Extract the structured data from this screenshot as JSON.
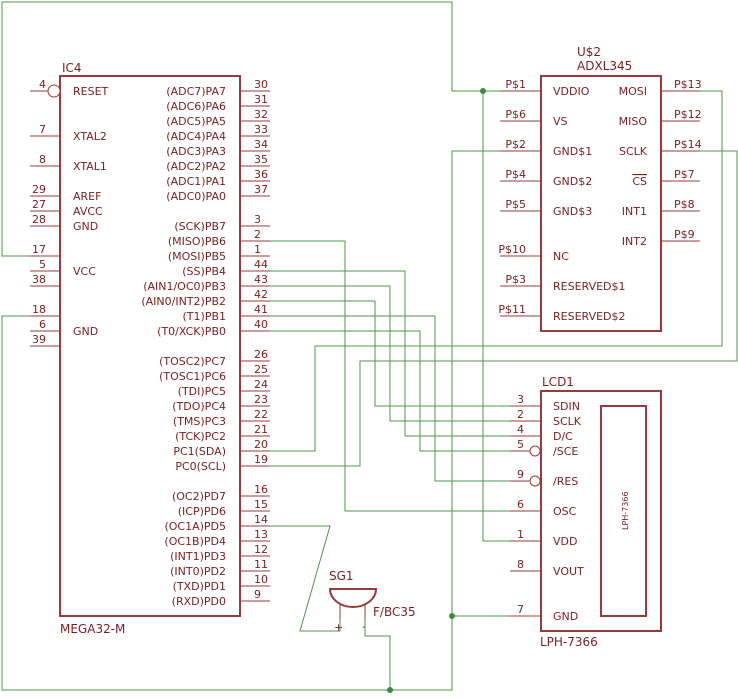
{
  "ic4": {
    "ref": "IC4",
    "value": "MEGA32-M",
    "left_pins": [
      {
        "num": "4",
        "label": "RESET"
      },
      {
        "num": "7",
        "label": "XTAL2"
      },
      {
        "num": "8",
        "label": "XTAL1"
      },
      {
        "num": "29",
        "label": "AREF"
      },
      {
        "num": "27",
        "label": "AVCC"
      },
      {
        "num": "28",
        "label": "GND"
      },
      {
        "num": "17",
        "label": ""
      },
      {
        "num": "5",
        "label": "VCC"
      },
      {
        "num": "38",
        "label": ""
      },
      {
        "num": "18",
        "label": ""
      },
      {
        "num": "6",
        "label": "GND"
      },
      {
        "num": "39",
        "label": ""
      }
    ],
    "right_pins": [
      {
        "num": "30",
        "label": "(ADC7)PA7"
      },
      {
        "num": "31",
        "label": "(ADC6)PA6"
      },
      {
        "num": "32",
        "label": "(ADC5)PA5"
      },
      {
        "num": "33",
        "label": "(ADC4)PA4"
      },
      {
        "num": "34",
        "label": "(ADC3)PA3"
      },
      {
        "num": "35",
        "label": "(ADC2)PA2"
      },
      {
        "num": "36",
        "label": "(ADC1)PA1"
      },
      {
        "num": "37",
        "label": "(ADC0)PA0"
      },
      {
        "num": "3",
        "label": "(SCK)PB7"
      },
      {
        "num": "2",
        "label": "(MISO)PB6"
      },
      {
        "num": "1",
        "label": "(MOSI)PB5"
      },
      {
        "num": "44",
        "label": "(SS)PB4"
      },
      {
        "num": "43",
        "label": "(AIN1/OC0)PB3"
      },
      {
        "num": "42",
        "label": "(AIN0/INT2)PB2"
      },
      {
        "num": "41",
        "label": "(T1)PB1"
      },
      {
        "num": "40",
        "label": "(T0/XCK)PB0"
      },
      {
        "num": "26",
        "label": "(TOSC2)PC7"
      },
      {
        "num": "25",
        "label": "(TOSC1)PC6"
      },
      {
        "num": "24",
        "label": "(TDI)PC5"
      },
      {
        "num": "23",
        "label": "(TDO)PC4"
      },
      {
        "num": "22",
        "label": "(TMS)PC3"
      },
      {
        "num": "21",
        "label": "(TCK)PC2"
      },
      {
        "num": "20",
        "label": "PC1(SDA)"
      },
      {
        "num": "19",
        "label": "PC0(SCL)"
      },
      {
        "num": "16",
        "label": "(OC2)PD7"
      },
      {
        "num": "15",
        "label": "(ICP)PD6"
      },
      {
        "num": "14",
        "label": "(OC1A)PD5"
      },
      {
        "num": "13",
        "label": "(OC1B)PD4"
      },
      {
        "num": "12",
        "label": "(INT1)PD3"
      },
      {
        "num": "11",
        "label": "(INT0)PD2"
      },
      {
        "num": "10",
        "label": "(TXD)PD1"
      },
      {
        "num": "9",
        "label": "(RXD)PD0"
      }
    ]
  },
  "u2": {
    "ref": "U$2",
    "value": "ADXL345",
    "left_pins": [
      {
        "num": "P$1",
        "label": "VDDIO"
      },
      {
        "num": "P$6",
        "label": "VS"
      },
      {
        "num": "P$2",
        "label": "GND$1"
      },
      {
        "num": "P$4",
        "label": "GND$2"
      },
      {
        "num": "P$5",
        "label": "GND$3"
      },
      {
        "num": "P$10",
        "label": "NC"
      },
      {
        "num": "P$3",
        "label": "RESERVED$1"
      },
      {
        "num": "P$11",
        "label": "RESERVED$2"
      }
    ],
    "right_pins": [
      {
        "num": "P$13",
        "label": "MOSI"
      },
      {
        "num": "P$12",
        "label": "MISO"
      },
      {
        "num": "P$14",
        "label": "SCLK"
      },
      {
        "num": "P$7",
        "label": "CS"
      },
      {
        "num": "P$8",
        "label": "INT1"
      },
      {
        "num": "P$9",
        "label": "INT2"
      }
    ]
  },
  "lcd1": {
    "ref": "LCD1",
    "value": "LPH-7366",
    "inner_label": "LPH-7366",
    "pins": [
      {
        "num": "3",
        "label": "SDIN"
      },
      {
        "num": "2",
        "label": "SCLK"
      },
      {
        "num": "4",
        "label": "D/C"
      },
      {
        "num": "5",
        "label": "/SCE"
      },
      {
        "num": "9",
        "label": "/RES"
      },
      {
        "num": "6",
        "label": "OSC"
      },
      {
        "num": "1",
        "label": "VDD"
      },
      {
        "num": "8",
        "label": "VOUT"
      },
      {
        "num": "7",
        "label": "GND"
      }
    ]
  },
  "sg1": {
    "ref": "SG1",
    "value": "F/BC35",
    "plus": "+",
    "minus": "-"
  },
  "colors": {
    "component": "#9b3a3a",
    "net": "#4a9a4a",
    "text": "#7a1f1f"
  }
}
